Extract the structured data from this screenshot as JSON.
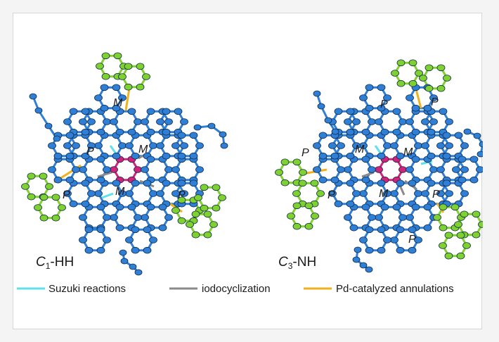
{
  "figure": {
    "compound_left": {
      "italic": "C",
      "subscript": "1",
      "suffix": "-HH"
    },
    "compound_right": {
      "italic": "C",
      "subscript": "3",
      "suffix": "-NH"
    },
    "helicity_left": [
      "M",
      "P",
      "M",
      "P",
      "M",
      "P"
    ],
    "helicity_right": [
      "P",
      "P",
      "P",
      "M",
      "M",
      "P",
      "M",
      "P",
      "P"
    ],
    "legend": [
      {
        "label": "Suzuki reactions",
        "color": "#5fe0ea"
      },
      {
        "label": "iodocyclization",
        "color": "#8a8a8a"
      },
      {
        "label": "Pd-catalyzed annulations",
        "color": "#f0b21c"
      }
    ]
  },
  "colors": {
    "core_ring": "#d1237a",
    "backbone": "#2f7fd6",
    "outer_rings": "#7fd12f"
  }
}
